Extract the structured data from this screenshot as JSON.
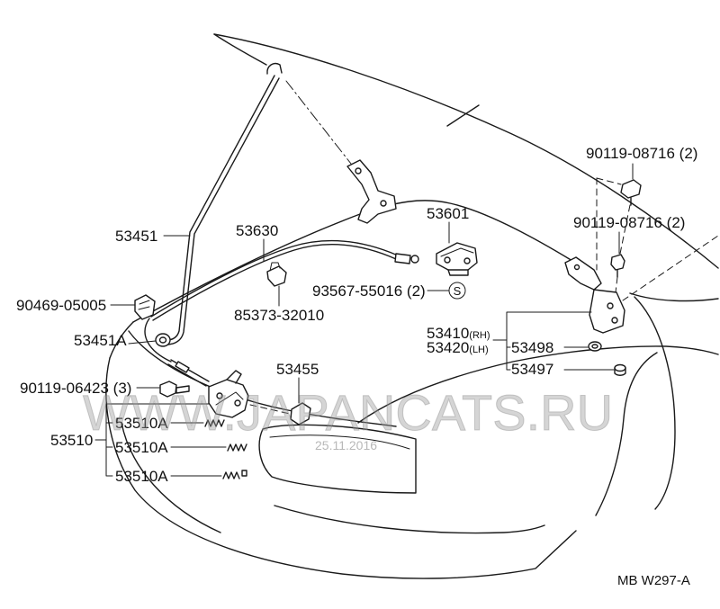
{
  "diagram_code": "MB W297-A",
  "watermark": {
    "text": "WWW.JAPANCATS.RU",
    "date": "25.11.2016"
  },
  "circled_symbol": "S",
  "callouts": [
    "90119-08716 (2)",
    "90119-08716 (2)",
    "53601",
    "53451",
    "53630",
    "93567-55016 (2)",
    "90469-05005",
    "85373-32010",
    "53498",
    "53451A",
    "53455",
    "53497",
    "90119-06423 (3)",
    "53510A",
    "53510",
    "53510A",
    "53510A"
  ],
  "hinge_labels": [
    {
      "number": "53410",
      "side": "(RH)"
    },
    {
      "number": "53420",
      "side": "(LH)"
    }
  ],
  "colors": {
    "line": "#1a1a1a",
    "watermark": "#9a9a9a",
    "background": "#ffffff"
  }
}
